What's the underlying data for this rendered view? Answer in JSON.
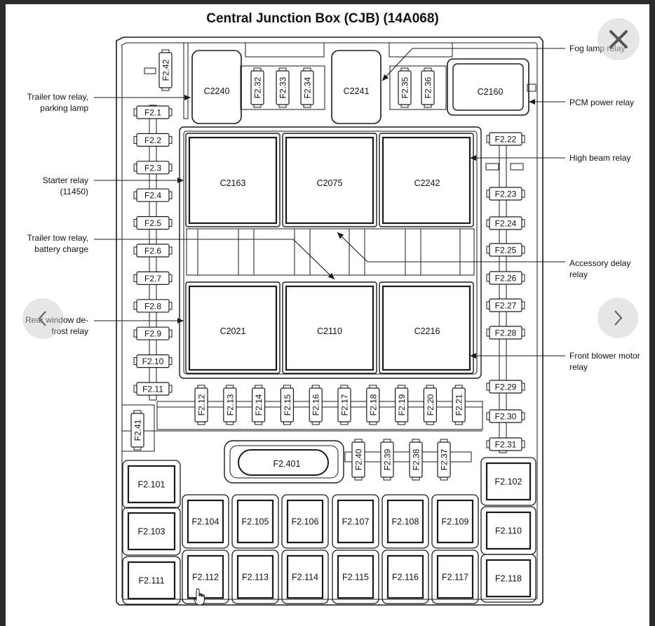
{
  "title": "Central Junction Box (CJB) (14A068)",
  "colors": {
    "line": "#1a1a1a",
    "paper": "#ffffff",
    "backdrop": "#2b2b2b",
    "nav": "#bdbdbd"
  },
  "icons": {
    "close": "close-icon",
    "prev": "chevron-left-icon",
    "next": "chevron-right-icon",
    "cursor": "hand-pointer-icon"
  },
  "connectors": {
    "c2240": "C2240",
    "c2241": "C2241",
    "c2160": "C2160",
    "c2163": "C2163",
    "c2075": "C2075",
    "c2242": "C2242",
    "c2021": "C2021",
    "c2110": "C2110",
    "c2216": "C2216",
    "f2401": "F2.401"
  },
  "fuses": {
    "left": [
      "F2.1",
      "F2.2",
      "F2.3",
      "F2.4",
      "F2.5",
      "F2.6",
      "F2.7",
      "F2.8",
      "F2.9",
      "F2.10",
      "F2.11"
    ],
    "right": [
      "F2.22",
      "F2.23",
      "F2.24",
      "F2.25",
      "F2.26",
      "F2.27",
      "F2.28",
      "F2.29",
      "F2.30",
      "F2.31"
    ],
    "bottom_row": [
      "F2.12",
      "F2.13",
      "F2.14",
      "F2.15",
      "F2.16",
      "F2.17",
      "F2.18",
      "F2.19",
      "F2.20",
      "F2.21"
    ],
    "top_small": [
      "F2.32",
      "F2.33",
      "F2.34",
      "F2.35",
      "F2.36"
    ],
    "vertical_misc": {
      "f242": "F2.42",
      "f241": "F2.41"
    },
    "mid_small": [
      "F2.40",
      "F2.39",
      "F2.38",
      "F2.37"
    ],
    "maxi_left": [
      "F2.101",
      "F2.103",
      "F2.111"
    ],
    "maxi_right": [
      "F2.102",
      "F2.110",
      "F2.118"
    ],
    "maxi_row1": [
      "F2.104",
      "F2.105",
      "F2.106",
      "F2.107",
      "F2.108",
      "F2.109"
    ],
    "maxi_row2": [
      "F2.112",
      "F2.113",
      "F2.114",
      "F2.115",
      "F2.116",
      "F2.117"
    ]
  },
  "callouts": {
    "trailer_park": [
      "Trailer tow relay,",
      "parking lamp"
    ],
    "starter": [
      "Starter relay",
      "(11450)"
    ],
    "trailer_batt": [
      "Trailer tow relay,",
      "battery charge"
    ],
    "rear_defrost": [
      "Rear window de-",
      "frost relay"
    ],
    "fog": [
      "Fog lamp relay"
    ],
    "pcm": [
      "PCM power relay"
    ],
    "high_beam": [
      "High beam relay"
    ],
    "accessory": [
      "Accessory delay",
      "relay"
    ],
    "blower": [
      "Front blower motor",
      "relay"
    ]
  }
}
